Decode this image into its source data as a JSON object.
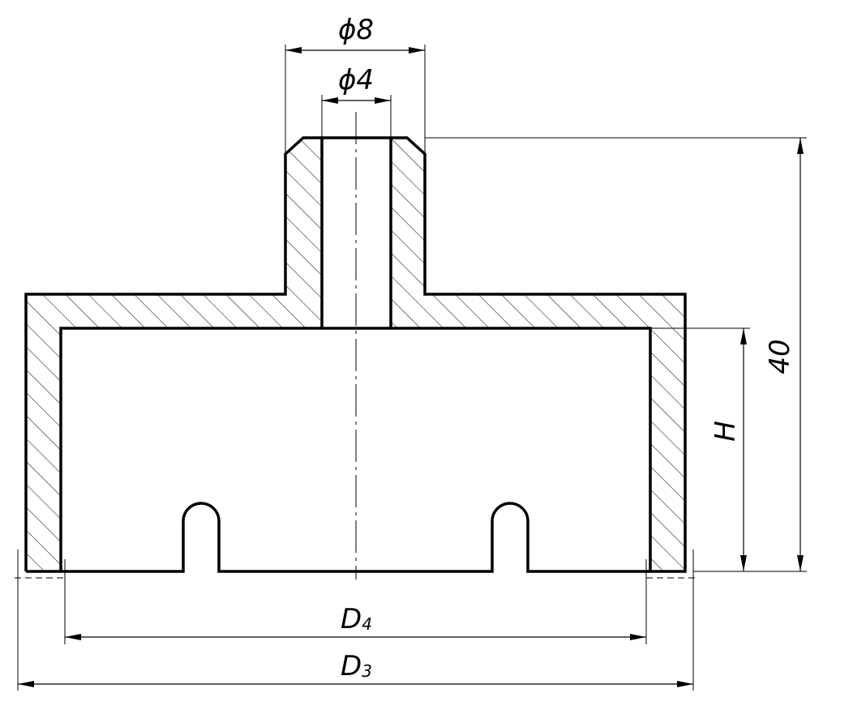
{
  "drawing": {
    "dims": {
      "outer_bore": "ϕ8",
      "inner_bore": "ϕ4",
      "overall_height": "40",
      "cavity_height": "H",
      "cavity_diameter": {
        "base": "D",
        "sub": "4"
      },
      "outer_diameter": {
        "base": "D",
        "sub": "3"
      }
    },
    "colors": {
      "line": "#000000",
      "background": "#ffffff"
    }
  }
}
